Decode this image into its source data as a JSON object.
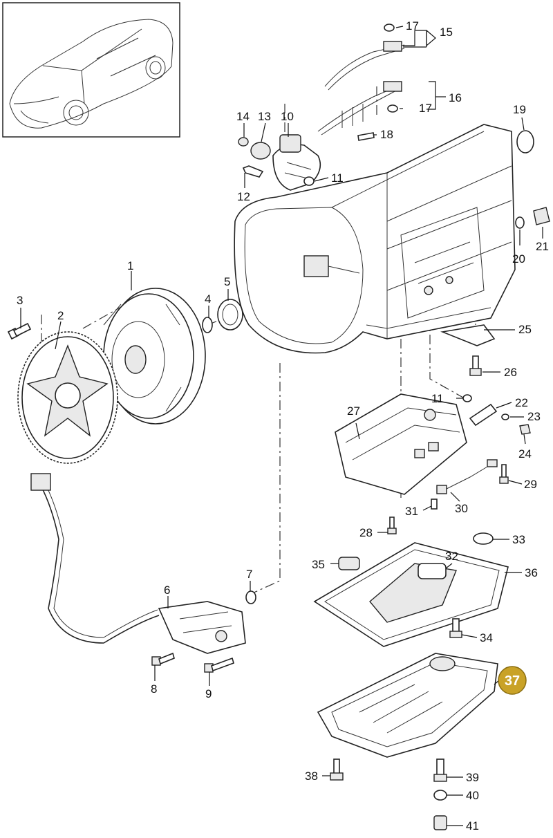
{
  "labels": {
    "p1": "1",
    "p2": "2",
    "p3": "3",
    "p4": "4",
    "p5": "5",
    "p6": "6",
    "p7": "7",
    "p8": "8",
    "p9": "9",
    "p10": "10",
    "p11a": "11",
    "p11b": "11",
    "p12": "12",
    "p13": "13",
    "p14": "14",
    "p15": "15",
    "p16": "16",
    "p17a": "17",
    "p17b": "17",
    "p18": "18",
    "p19": "19",
    "p20": "20",
    "p21": "21",
    "p22": "22",
    "p23": "23",
    "p24": "24",
    "p25": "25",
    "p26": "26",
    "p27": "27",
    "p28": "28",
    "p29": "29",
    "p30": "30",
    "p31": "31",
    "p32": "32",
    "p33": "33",
    "p34": "34",
    "p35": "35",
    "p36": "36",
    "p37": "37",
    "p38": "38",
    "p39": "39",
    "p40": "40",
    "p41": "41"
  },
  "highlight": {
    "part": "37",
    "color": "#c9a227"
  }
}
